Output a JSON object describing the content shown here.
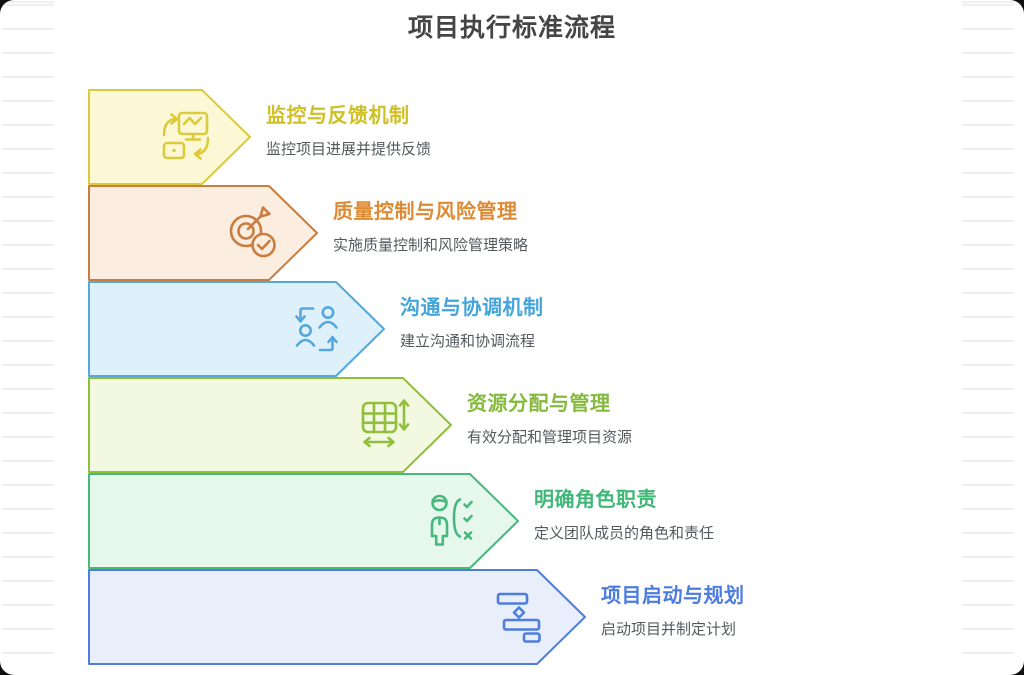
{
  "page": {
    "title": "项目执行标准流程",
    "background_color": "#ffffff",
    "ruled_line_color": "#efefef",
    "title_color": "#454545",
    "description_color": "#55595e"
  },
  "steps": [
    {
      "title": "监控与反馈机制",
      "description": "监控项目进展并提供反馈",
      "icon": "monitor-sync-icon",
      "fill": "#FCF8D6",
      "stroke": "#DBCA3C",
      "title_color": "#CEC025"
    },
    {
      "title": "质量控制与风险管理",
      "description": "实施质量控制和风险管理策略",
      "icon": "target-check-icon",
      "fill": "#FBEDDF",
      "stroke": "#CA7D3E",
      "title_color": "#DD8A35"
    },
    {
      "title": "沟通与协调机制",
      "description": "建立沟通和协调流程",
      "icon": "people-exchange-icon",
      "fill": "#DEF1FA",
      "stroke": "#54A8DB",
      "title_color": "#44A5DB"
    },
    {
      "title": "资源分配与管理",
      "description": "有效分配和管理项目资源",
      "icon": "table-allocate-icon",
      "fill": "#F3F9E0",
      "stroke": "#92BE3E",
      "title_color": "#85BA3E"
    },
    {
      "title": "明确角色职责",
      "description": "定义团队成员的角色和责任",
      "icon": "person-checklist-icon",
      "fill": "#E6F7EC",
      "stroke": "#49B87E",
      "title_color": "#3FB878"
    },
    {
      "title": "项目启动与规划",
      "description": "启动项目并制定计划",
      "icon": "gantt-plan-icon",
      "fill": "#E9EEFB",
      "stroke": "#4F7DDE",
      "title_color": "#4B7CDF"
    }
  ]
}
